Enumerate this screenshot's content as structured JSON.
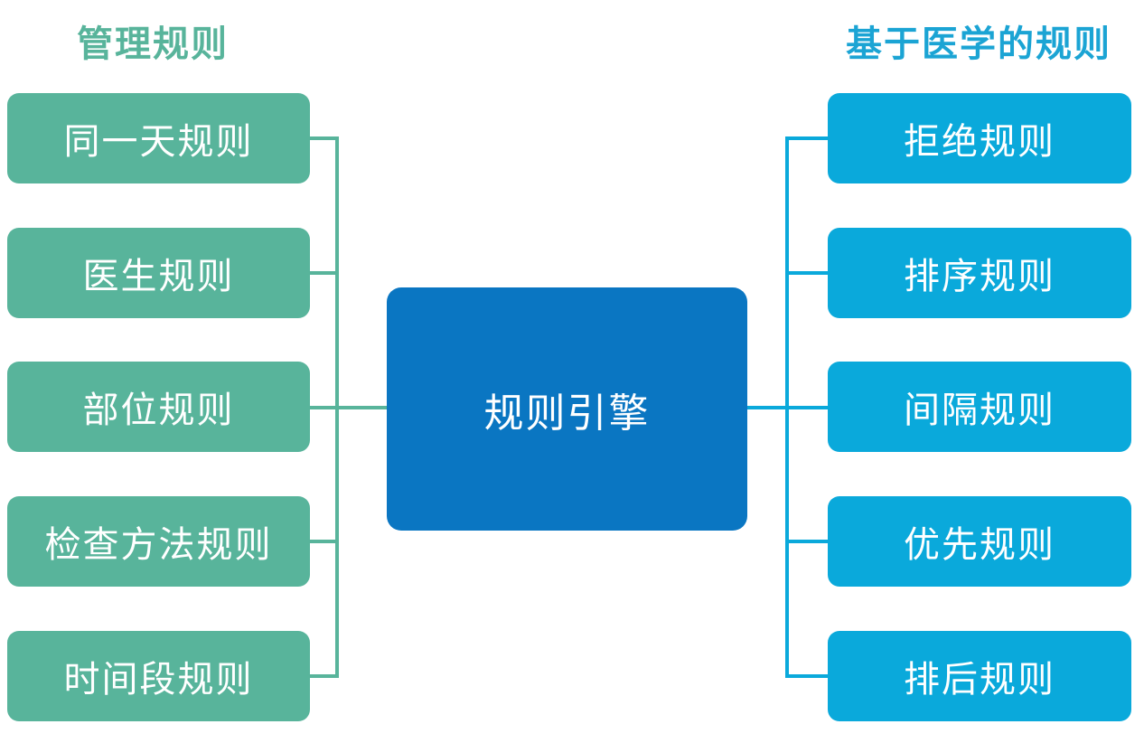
{
  "colors": {
    "left_group_accent": "#58B49B",
    "right_group_accent": "#0AA9DB",
    "center_node_fill": "#0A76C2",
    "node_text": "#FFFFFF",
    "background": "#FFFFFF"
  },
  "left_group": {
    "title": "管理规则",
    "items": [
      {
        "label": "同一天规则"
      },
      {
        "label": "医生规则"
      },
      {
        "label": "部位规则"
      },
      {
        "label": "检查方法规则"
      },
      {
        "label": "时间段规则"
      }
    ]
  },
  "center_node": {
    "label": "规则引擎"
  },
  "right_group": {
    "title": "基于医学的规则",
    "items": [
      {
        "label": "拒绝规则"
      },
      {
        "label": "排序规则"
      },
      {
        "label": "间隔规则"
      },
      {
        "label": "优先规则"
      },
      {
        "label": "排后规则"
      }
    ]
  }
}
